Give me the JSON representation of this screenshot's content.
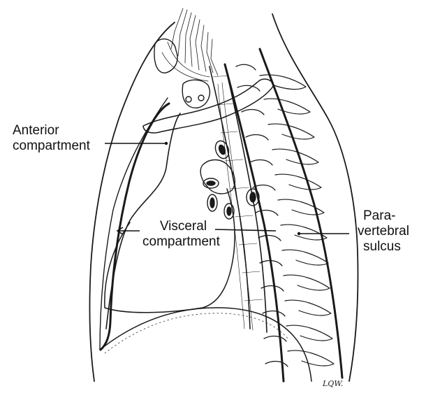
{
  "labels": {
    "anterior": [
      "Anterior",
      "compartment"
    ],
    "visceral": [
      "Visceral",
      "compartment"
    ],
    "paravertebral": [
      "Para-",
      "vertebral",
      "sulcus"
    ]
  },
  "signature": "LQW."
}
